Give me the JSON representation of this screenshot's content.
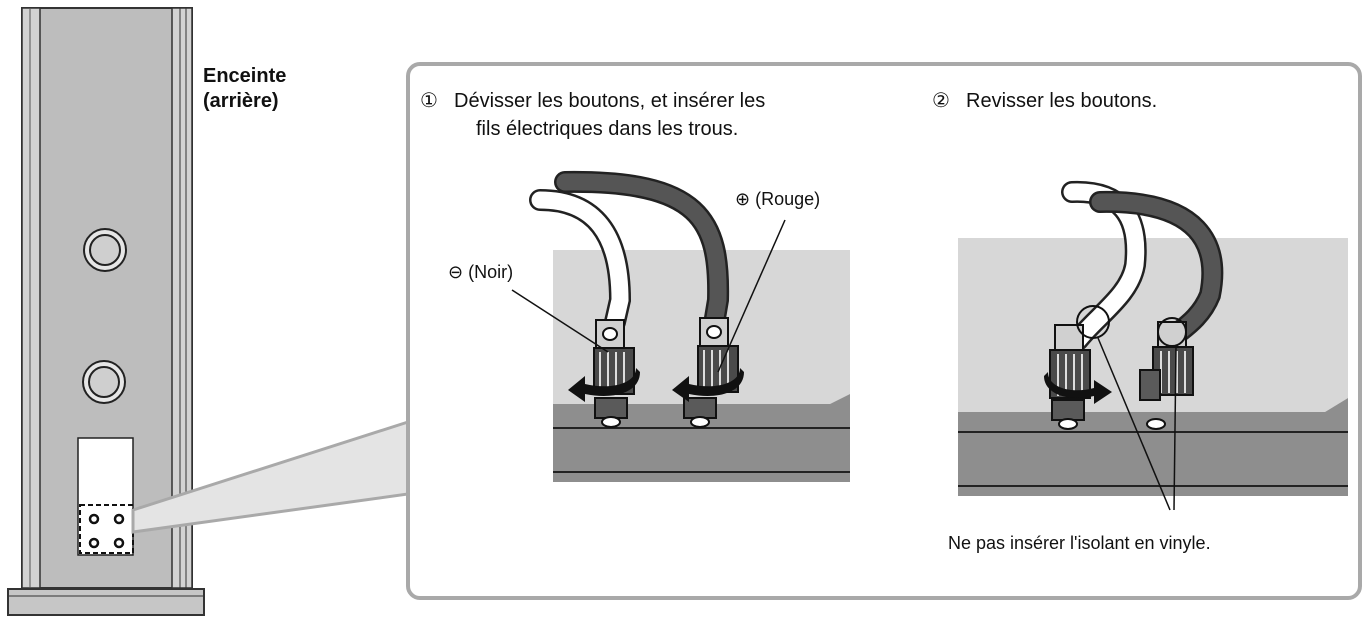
{
  "speaker": {
    "label_line1": "Enceinte",
    "label_line2": "(arrière)"
  },
  "step1": {
    "number": "①",
    "line1": "Dévisser les boutons, et insérer les",
    "line2": "fils électriques dans les trous."
  },
  "step2": {
    "number": "②",
    "text": "Revisser les boutons."
  },
  "labels": {
    "negative": "⊖ (Noir)",
    "positive": "⊕ (Rouge)"
  },
  "note": "Ne pas insérer l'isolant en vinyle.",
  "colors": {
    "panel_border": "#a9a9a9",
    "speaker_body": "#bdbdbd",
    "terminal_plate": "#d7d7d7",
    "terminal_shadow": "#8e8e8e",
    "red_wire": "#555555"
  }
}
